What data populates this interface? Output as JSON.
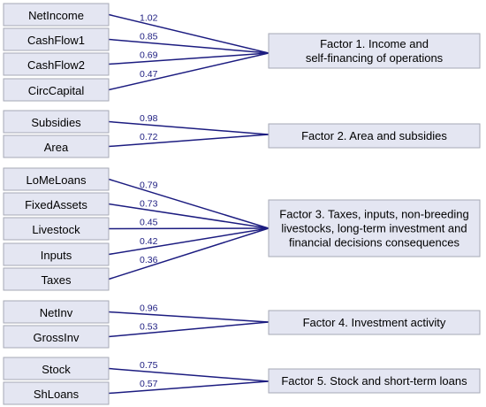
{
  "accent_color": "#1c1c80",
  "factors": [
    {
      "id": "f1",
      "lines": [
        "Factor 1. Income and",
        "self-financing of operations"
      ],
      "variables": [
        {
          "name": "NetIncome",
          "loading": "1.02"
        },
        {
          "name": "CashFlow1",
          "loading": "0.85"
        },
        {
          "name": "CashFlow2",
          "loading": "0.69"
        },
        {
          "name": "CircCapital",
          "loading": "0.47"
        }
      ]
    },
    {
      "id": "f2",
      "lines": [
        "Factor 2. Area and subsidies"
      ],
      "variables": [
        {
          "name": "Subsidies",
          "loading": "0.98"
        },
        {
          "name": "Area",
          "loading": "0.72"
        }
      ]
    },
    {
      "id": "f3",
      "lines": [
        "Factor 3. Taxes, inputs, non-breeding",
        "livestocks, long-term investment and",
        "financial decisions consequences"
      ],
      "variables": [
        {
          "name": "LoMeLoans",
          "loading": "0.79"
        },
        {
          "name": "FixedAssets",
          "loading": "0.73"
        },
        {
          "name": "Livestock",
          "loading": "0.45"
        },
        {
          "name": "Inputs",
          "loading": "0.42"
        },
        {
          "name": "Taxes",
          "loading": "0.36"
        }
      ]
    },
    {
      "id": "f4",
      "lines": [
        "Factor 4. Investment activity"
      ],
      "variables": [
        {
          "name": "NetInv",
          "loading": "0.96"
        },
        {
          "name": "GrossInv",
          "loading": "0.53"
        }
      ]
    },
    {
      "id": "f5",
      "lines": [
        "Factor 5. Stock and short-term loans"
      ],
      "variables": [
        {
          "name": "Stock",
          "loading": "0.75"
        },
        {
          "name": "ShLoans",
          "loading": "0.57"
        }
      ]
    }
  ]
}
